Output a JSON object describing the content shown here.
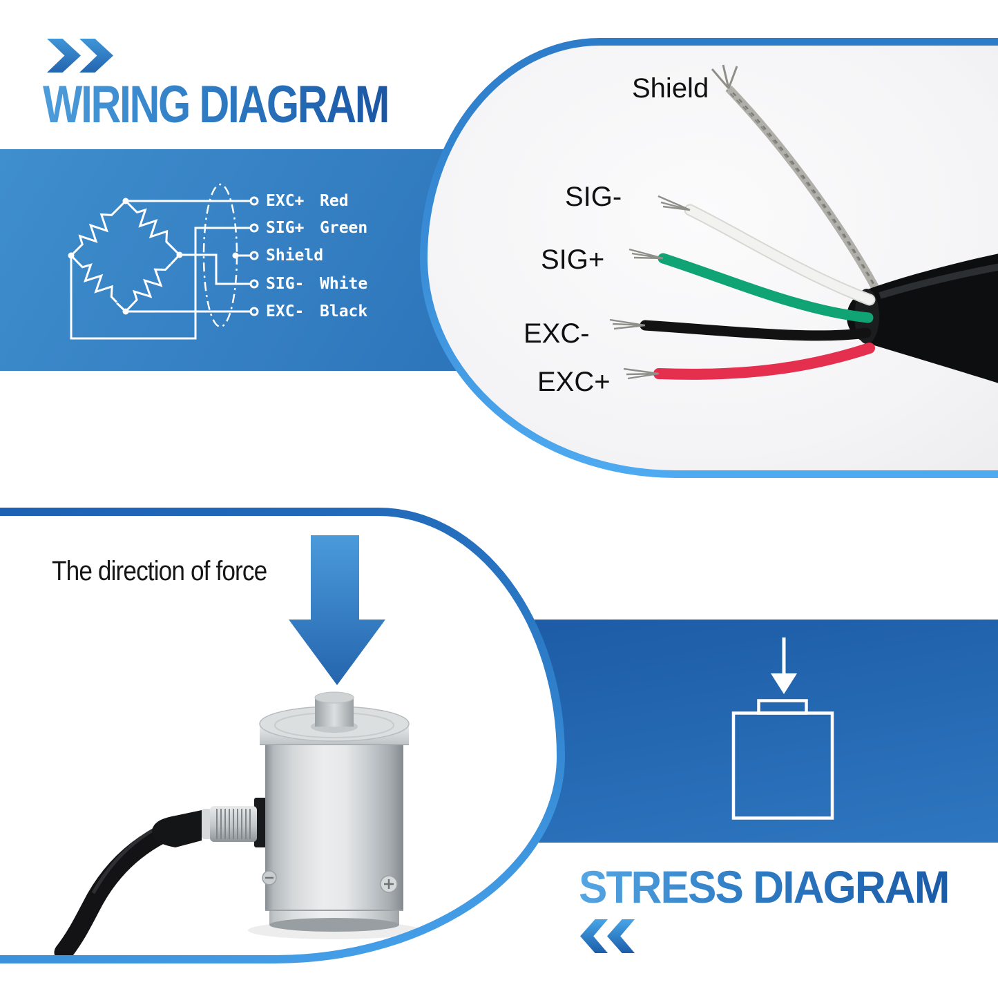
{
  "wiring_section": {
    "title": "WIRING DIAGRAM",
    "bridge_rows": [
      {
        "signal": "EXC+",
        "color": "Red"
      },
      {
        "signal": "SIG+",
        "color": "Green"
      },
      {
        "signal": "Shield",
        "color": ""
      },
      {
        "signal": "SIG-",
        "color": "White"
      },
      {
        "signal": "EXC-",
        "color": "Black"
      }
    ]
  },
  "cable_photo": {
    "labels": {
      "shield": "Shield",
      "sig_minus": "SIG-",
      "sig_plus": "SIG+",
      "exc_minus": "EXC-",
      "exc_plus": "EXC+"
    }
  },
  "force_section": {
    "caption": "The direction of force"
  },
  "stress_section": {
    "title": "STRESS DIAGRAM"
  },
  "colors": {
    "accent_dark": "#1c5fb2",
    "accent": "#2e7ecb",
    "accent_light": "#4fabf1",
    "wire_red": "#e42f4f",
    "wire_green": "#10a474",
    "wire_white": "#f2f2f0",
    "wire_black": "#121213",
    "shield_silver": "#b0afa9"
  }
}
